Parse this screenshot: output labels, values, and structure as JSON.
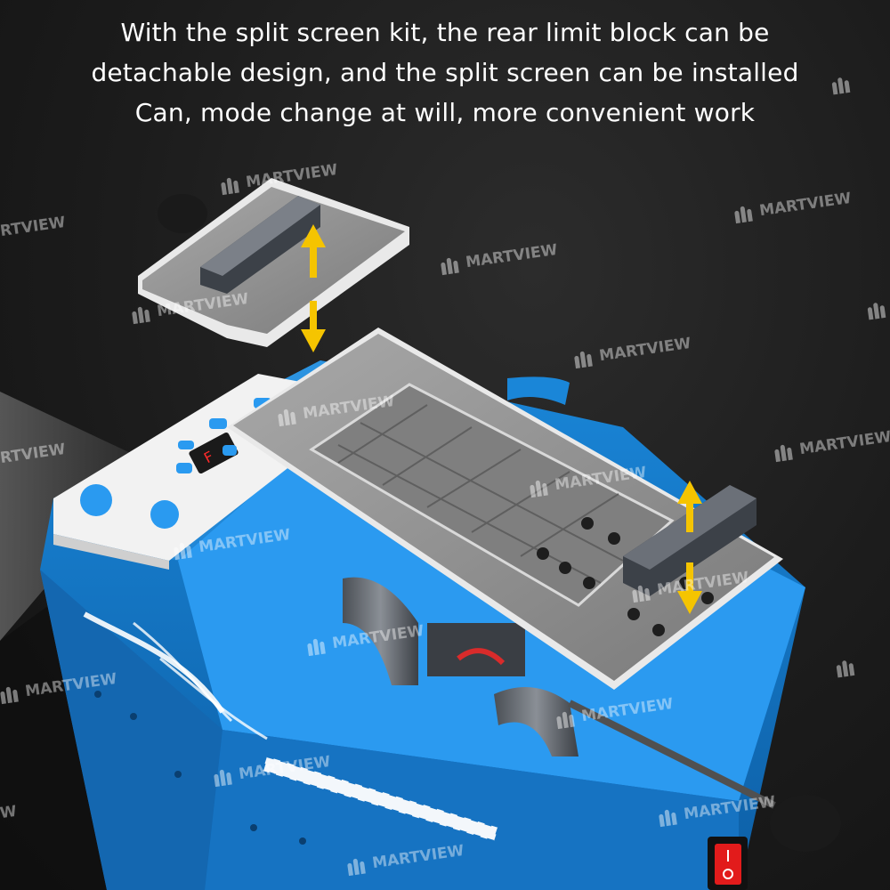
{
  "caption": {
    "lines": [
      "With the split screen kit, the rear limit block can be",
      "detachable design, and the split screen can be installed",
      "Can, mode change at will, more convenient work"
    ]
  },
  "watermark": {
    "text": "MARTVIEW",
    "partial_text": "RTVIEW",
    "edge_text": "W",
    "color": "#ffffff"
  },
  "colors": {
    "background": "#1c1c1c",
    "machine_body": "#1f8fe0",
    "machine_panel": "#f2f2f2",
    "plate": "#8c8c8c",
    "arrow": "#f5c400",
    "switch": "#e21b1b"
  },
  "icons": [
    "limit-block",
    "arrow-up-down-icon",
    "knob-icon",
    "power-switch-icon",
    "fan-button-icon",
    "heat-button-icon"
  ]
}
